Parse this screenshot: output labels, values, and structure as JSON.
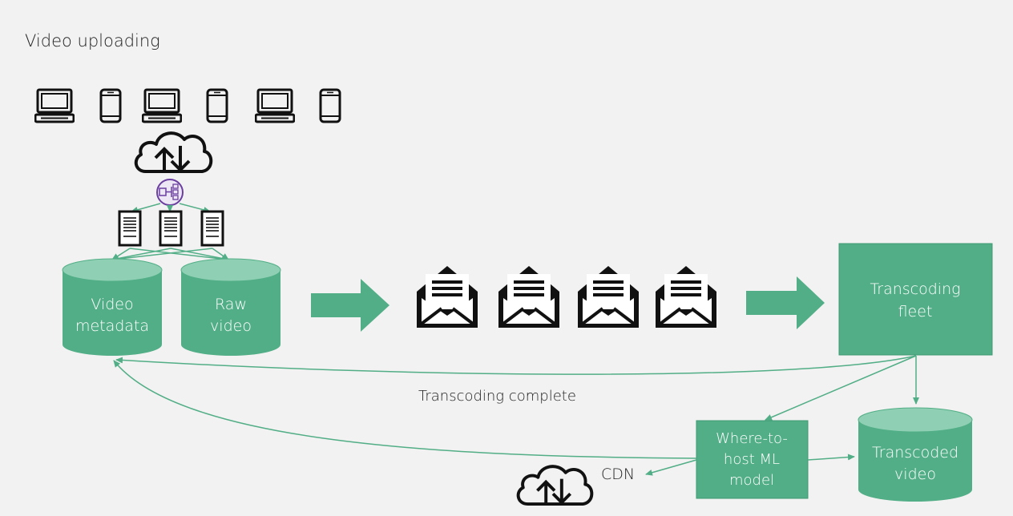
{
  "title": "Video uploading",
  "nodes": {
    "video_metadata": [
      "Video",
      "metadata"
    ],
    "raw_video": [
      "Raw",
      "video"
    ],
    "transcoding_fleet": [
      "Transcoding",
      "fleet"
    ],
    "where_to_host": [
      "Where-to-",
      "host ML",
      "model"
    ],
    "transcoded_video": [
      "Transcoded",
      "video"
    ]
  },
  "edges": {
    "transcoding_complete": "Transcoding complete",
    "cdn": "CDN"
  },
  "colors": {
    "accent": "#52ae86",
    "accent_light": "#8fd0b4",
    "arrow": "#52ae86",
    "background": "#f2f2f2",
    "ink": "#111111"
  },
  "icons": {
    "devices": [
      "laptop-icon",
      "phone-icon",
      "laptop-icon",
      "phone-icon",
      "laptop-icon",
      "phone-icon"
    ],
    "upload_cloud": "cloud-upload-download-icon",
    "load_balancer": "load-balancer-icon",
    "servers": [
      "server-icon",
      "server-icon",
      "server-icon"
    ],
    "queue": [
      "envelope-icon",
      "envelope-icon",
      "envelope-icon",
      "envelope-icon"
    ],
    "cdn_cloud": "cloud-upload-download-icon"
  }
}
